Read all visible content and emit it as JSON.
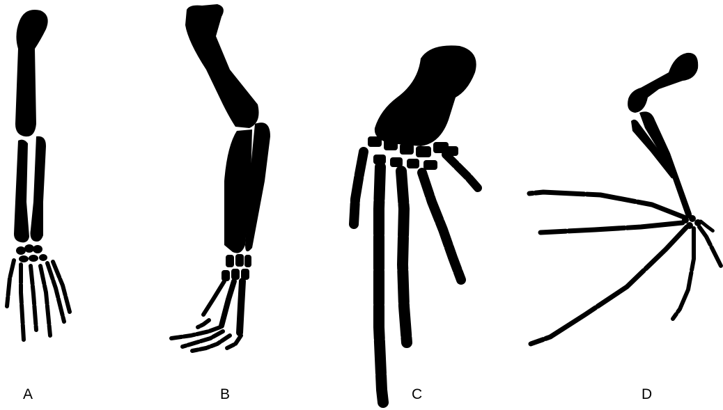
{
  "labels": {
    "a": "A",
    "b": "B",
    "c": "C",
    "d": "D"
  },
  "colors": {
    "bone": "#000000",
    "background": "#ffffff"
  }
}
